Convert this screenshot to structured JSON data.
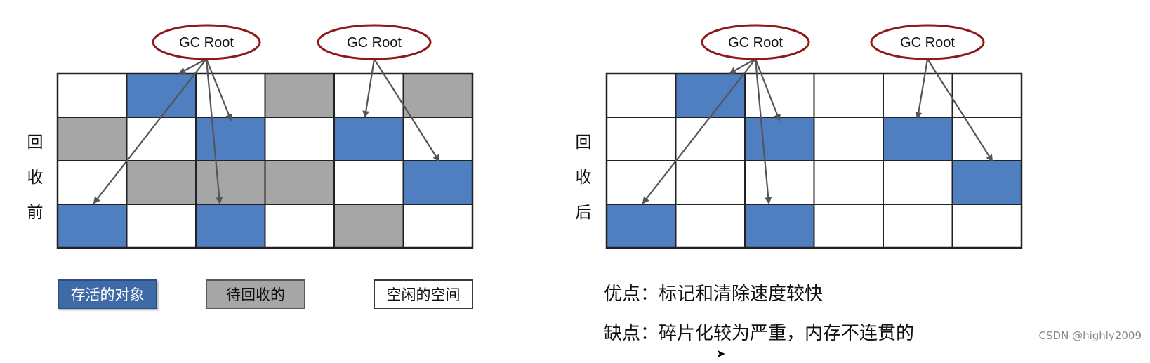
{
  "colors": {
    "live": "#4f7fc0",
    "garbage": "#a6a6a6",
    "free": "#ffffff",
    "grid_line": "#222222",
    "root_stroke": "#8c1a1a",
    "arrow": "#555555"
  },
  "before": {
    "side_label": [
      "回",
      "收",
      "前"
    ],
    "roots": [
      {
        "label": "GC Root"
      },
      {
        "label": "GC Root"
      }
    ],
    "grid": [
      [
        "free",
        "live",
        "free",
        "garbage",
        "free",
        "garbage"
      ],
      [
        "garbage",
        "free",
        "live",
        "free",
        "live",
        "free"
      ],
      [
        "free",
        "garbage",
        "garbage",
        "garbage",
        "free",
        "live"
      ],
      [
        "live",
        "free",
        "live",
        "free",
        "garbage",
        "free"
      ]
    ]
  },
  "after": {
    "side_label": [
      "回",
      "收",
      "后"
    ],
    "roots": [
      {
        "label": "GC Root"
      },
      {
        "label": "GC Root"
      }
    ],
    "grid": [
      [
        "free",
        "live",
        "free",
        "free",
        "free",
        "free"
      ],
      [
        "free",
        "free",
        "live",
        "free",
        "live",
        "free"
      ],
      [
        "free",
        "free",
        "free",
        "free",
        "free",
        "live"
      ],
      [
        "live",
        "free",
        "live",
        "free",
        "free",
        "free"
      ]
    ]
  },
  "legend": {
    "live": "存活的对象",
    "garbage": "待回收的",
    "free": "空闲的空间"
  },
  "notes": {
    "pros": "优点：标记和清除速度较快",
    "cons": "缺点：碎片化较为严重，内存不连贯的"
  },
  "watermark": "CSDN @highly2009"
}
